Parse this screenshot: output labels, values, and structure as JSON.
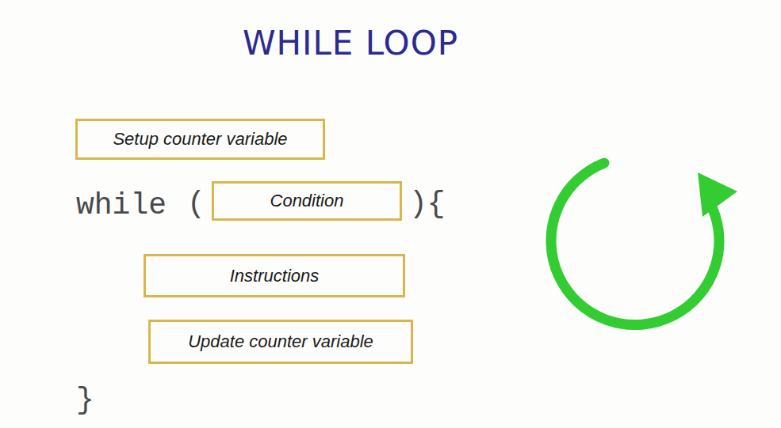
{
  "diagram": {
    "title": "WHILE LOOP",
    "nodes": [
      {
        "text": [
          "Setup counter variable"
        ]
      },
      {
        "text": [
          "Condition"
        ]
      },
      {
        "text": [
          "Instructions"
        ]
      },
      {
        "text": [
          "Update counter variable"
        ]
      }
    ],
    "labels": [
      "while",
      "(",
      "){",
      "}"
    ]
  }
}
